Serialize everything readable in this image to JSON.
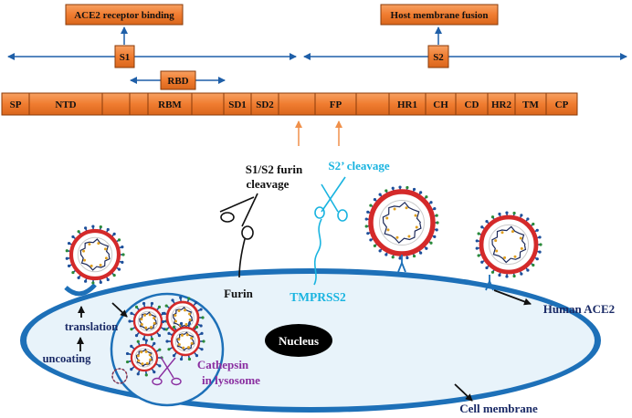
{
  "top_labels": {
    "ace2_binding": "ACE2 receptor binding",
    "membrane_fusion": "Host membrane fusion"
  },
  "subunits": {
    "s1": "S1",
    "s2": "S2",
    "rbd": "RBD"
  },
  "domain_bar": {
    "segments": [
      "SP",
      "NTD",
      "",
      "",
      "RBM",
      "",
      "SD1",
      "SD2",
      "",
      "FP",
      "",
      "HR1",
      "CH",
      "CD",
      "HR2",
      "TM",
      "CP"
    ]
  },
  "cleavage": {
    "furin_line1": "S1/S2 furin",
    "furin_line2": "cleavage",
    "s2prime": "S2’ cleavage"
  },
  "cell": {
    "furin": "Furin",
    "tmprss2": "TMPRSS2",
    "nucleus": "Nucleus",
    "translation": "translation",
    "uncoating": "uncoating",
    "cathepsin_line1": "Cathepsin",
    "cathepsin_line2": "in lysosome",
    "human_ace2": "Human ACE2",
    "cell_membrane": "Cell membrane"
  },
  "colors": {
    "domain_fill": "#f07c30",
    "axis_blue": "#1f5fa8",
    "arrow_orange": "#f0904a",
    "virus_red": "#d42a2a",
    "tmprss2_cyan": "#1ab4e0",
    "cathepsin_purple": "#8a2ea0",
    "membrane_blue": "#1d70b8",
    "cytoplasm": "#e8f3fa"
  }
}
